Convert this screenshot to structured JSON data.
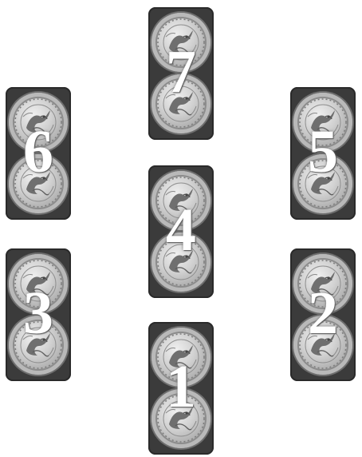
{
  "spread": {
    "cards": [
      {
        "id": "pos-7",
        "label": "7"
      },
      {
        "id": "pos-6",
        "label": "6"
      },
      {
        "id": "pos-5",
        "label": "5"
      },
      {
        "id": "pos-4",
        "label": "4"
      },
      {
        "id": "pos-3",
        "label": "3"
      },
      {
        "id": "pos-2",
        "label": "2"
      },
      {
        "id": "pos-1",
        "label": "1"
      }
    ]
  },
  "colors": {
    "card_back": "#3b3b3b",
    "coin": "#b9b9b9",
    "numeral": "#ffffff"
  },
  "icons": {
    "coin": "dragon-coin-icon"
  }
}
